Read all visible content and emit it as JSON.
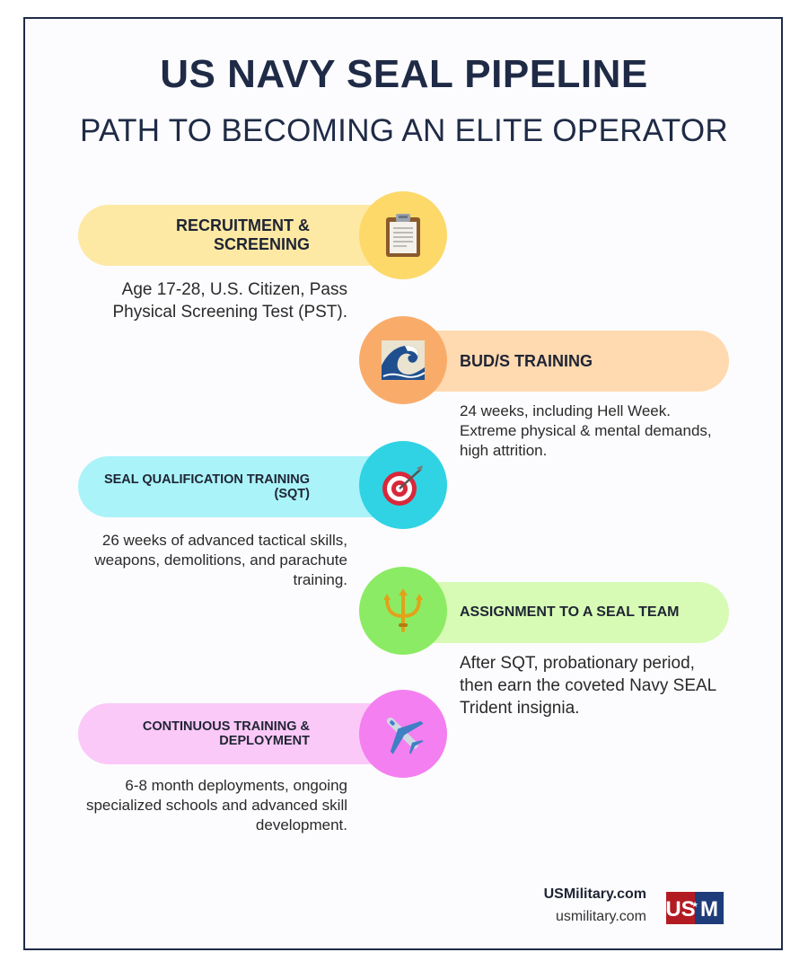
{
  "header": {
    "title": "US NAVY SEAL PIPELINE",
    "subtitle": "PATH TO BECOMING AN ELITE OPERATOR"
  },
  "steps": [
    {
      "label": "RECRUITMENT & SCREENING",
      "description": "Age 17-28, U.S. Citizen, Pass Physical Screening Test (PST).",
      "icon": "clipboard-icon",
      "pill_color": "#fde9a4",
      "circle_color": "#fdd96a"
    },
    {
      "label": "BUD/S TRAINING",
      "description": "24 weeks, including Hell Week. Extreme physical & mental demands, high attrition.",
      "icon": "wave-icon",
      "pill_color": "#ffd9b0",
      "circle_color": "#f9ac6a"
    },
    {
      "label": "SEAL QUALIFICATION TRAINING (SQT)",
      "description": "26 weeks of advanced tactical skills, weapons, demolitions, and parachute training.",
      "icon": "target-icon",
      "pill_color": "#aaf3f9",
      "circle_color": "#2fd3e4"
    },
    {
      "label": "ASSIGNMENT TO A SEAL TEAM",
      "description": "After SQT, probationary period, then earn the coveted Navy SEAL Trident insignia.",
      "icon": "trident-icon",
      "pill_color": "#d7fbb5",
      "circle_color": "#8ceb64"
    },
    {
      "label": "CONTINUOUS TRAINING & DEPLOYMENT",
      "description": "6-8 month deployments, ongoing specialized schools and advanced skill development.",
      "icon": "airplane-icon",
      "pill_color": "#fbc9f7",
      "circle_color": "#f47ff0"
    }
  ],
  "footer": {
    "name": "USMilitary.com",
    "url": "usmilitary.com",
    "logo_text": "US M"
  },
  "colors": {
    "navy": "#1f2b46",
    "logo_red": "#b31b22",
    "logo_blue": "#1f3c7a"
  }
}
